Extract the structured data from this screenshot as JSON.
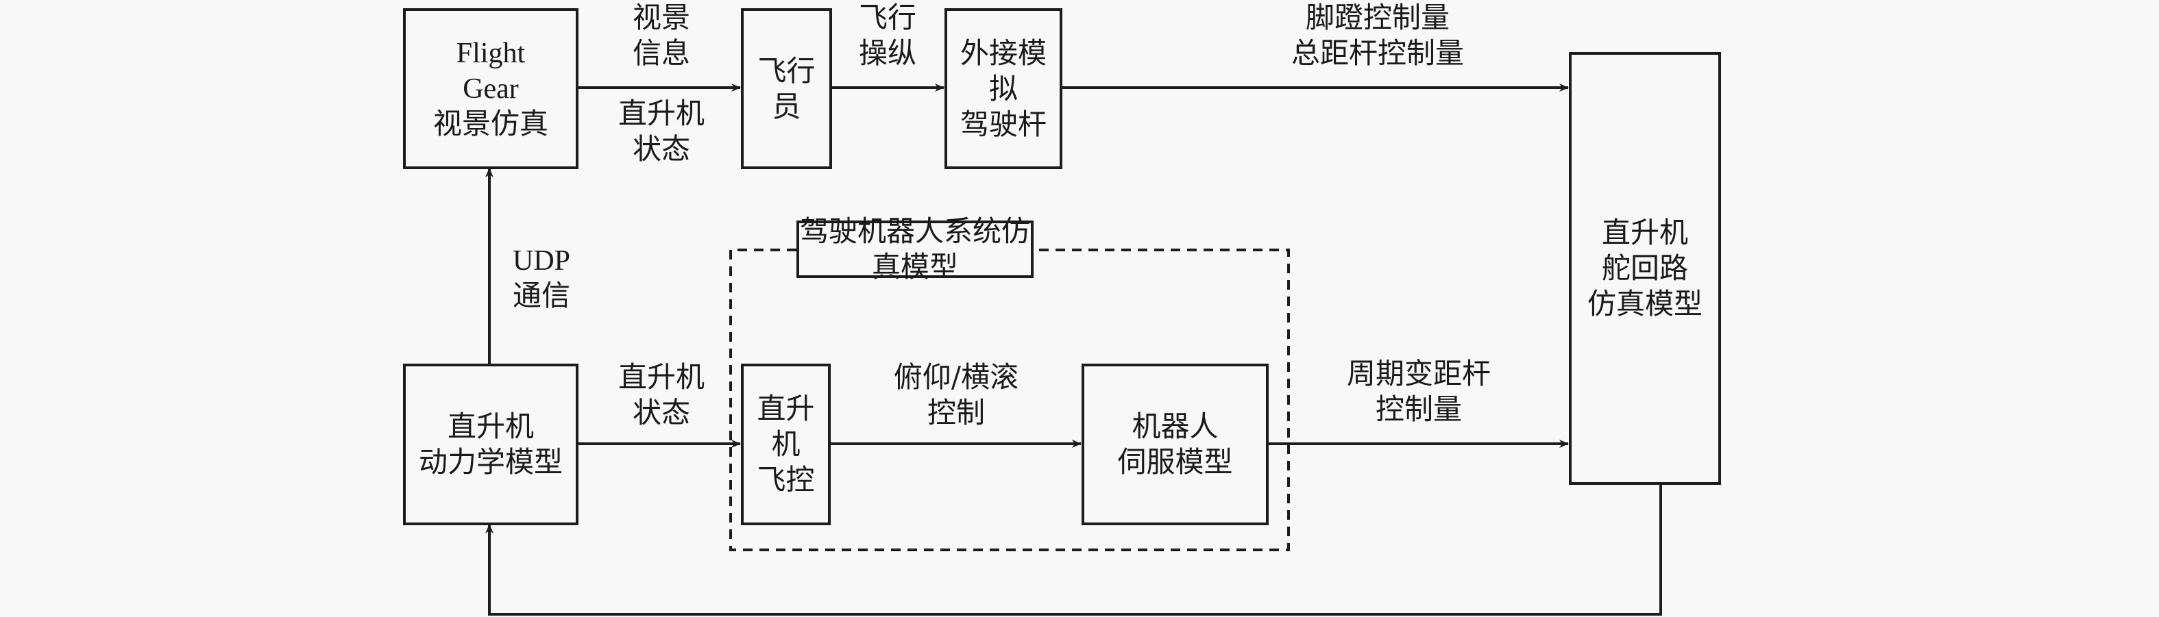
{
  "diagram": {
    "title_box": "驾驶机器人系统仿真模型",
    "blocks": {
      "flightgear": "Flight\nGear\n视景仿真",
      "pilot": "飞行员",
      "external_stick": "外接模拟\n驾驶杆",
      "servo_loop": "直升机\n舵回路\n仿真模型",
      "dynamics": "直升机\n动力学模型",
      "flight_control": "直升机\n飞控",
      "robot_servo": "机器人\n伺服模型"
    },
    "edge_labels": {
      "visual_info": "视景\n信息",
      "heli_state_top": "直升机\n状态",
      "flight_operation": "飞行\n操纵",
      "pedal_collective": "脚蹬控制量\n总距杆控制量",
      "udp": "UDP\n通信",
      "heli_state_bottom": "直升机\n状态",
      "pitch_roll": "俯仰/横滚\n控制",
      "cyclic": "周期变距杆\n控制量"
    },
    "edges": [
      {
        "from": "flightgear",
        "to": "pilot",
        "label": "视景信息 / 直升机状态"
      },
      {
        "from": "pilot",
        "to": "external_stick",
        "label": "飞行操纵"
      },
      {
        "from": "external_stick",
        "to": "servo_loop",
        "label": "脚蹬控制量 总距杆控制量"
      },
      {
        "from": "dynamics",
        "to": "flightgear",
        "label": "UDP通信"
      },
      {
        "from": "dynamics",
        "to": "flight_control",
        "label": "直升机状态"
      },
      {
        "from": "flight_control",
        "to": "robot_servo",
        "label": "俯仰/横滚控制"
      },
      {
        "from": "robot_servo",
        "to": "servo_loop",
        "label": "周期变距杆控制量"
      },
      {
        "from": "servo_loop",
        "to": "dynamics",
        "label": ""
      }
    ]
  }
}
